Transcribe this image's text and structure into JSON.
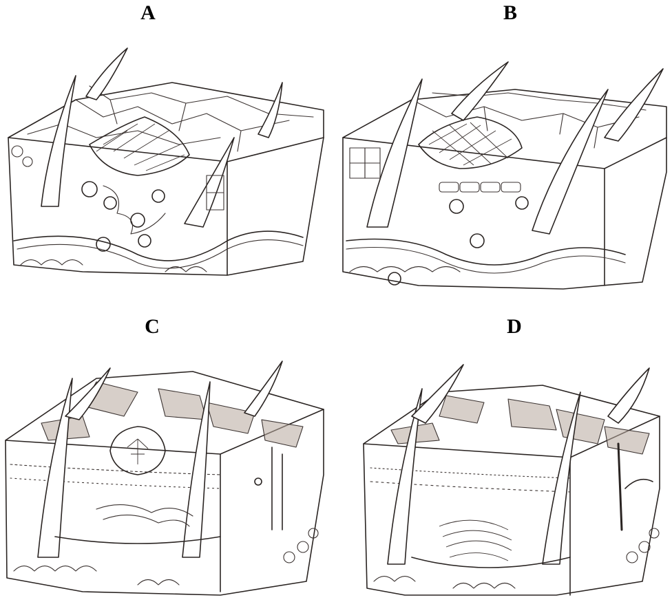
{
  "panels": [
    {
      "label": "A",
      "style": "pen line drawing"
    },
    {
      "label": "B",
      "style": "pen line drawing"
    },
    {
      "label": "C",
      "style": "pencil shaded drawing"
    },
    {
      "label": "D",
      "style": "pencil shaded drawing"
    }
  ],
  "colors": {
    "ink": "#2a2422",
    "shading": "#b7a89c",
    "background": "#ffffff"
  }
}
